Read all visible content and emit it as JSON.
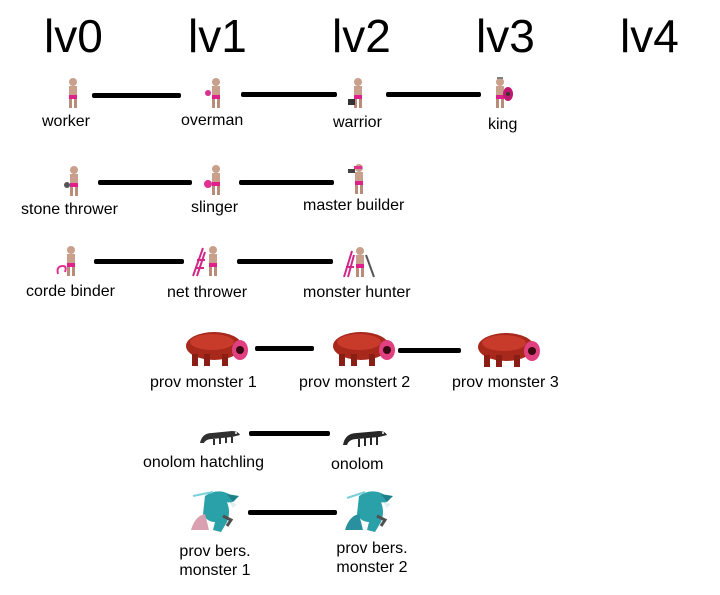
{
  "levels": [
    "lv0",
    "lv1",
    "lv2",
    "lv3",
    "lv4"
  ],
  "units": {
    "worker": "worker",
    "overman": "overman",
    "warrior": "warrior",
    "king": "king",
    "stone_thrower": "stone thrower",
    "slinger": "slinger",
    "master_builder": "master builder",
    "corde_binder": "corde binder",
    "net_thrower": "net thrower",
    "monster_hunter": "monster hunter",
    "prov_monster_1": "prov monster 1",
    "prov_monster_2": "prov monstert 2",
    "prov_monster_3": "prov monster 3",
    "onolom_hatchling": "onolom hatchling",
    "onolom": "onolom",
    "prov_bers_1_line1": "prov bers.",
    "prov_bers_1_line2": "monster 1",
    "prov_bers_2_line1": "prov bers.",
    "prov_bers_2_line2": "monster 2"
  },
  "icons": {
    "human": "human-unit-icon",
    "red_monster": "red-monster-icon",
    "lizard": "lizard-icon",
    "blue_beast": "blue-beast-icon"
  },
  "colors": {
    "skin": "#c8a08c",
    "loincloth": "#e0208a",
    "monster_red": "#a8281c",
    "lizard": "#303030",
    "beast": "#2aa0a8"
  }
}
